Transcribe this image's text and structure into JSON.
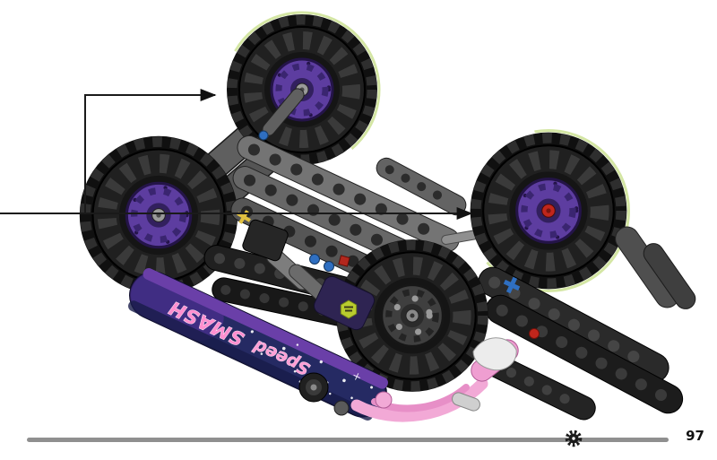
{
  "illustration": {
    "alt": "Upside-down LEGO Technic stunt truck with four knobby off-road wheels being attached",
    "decal": {
      "script_word": "Speed",
      "block_word": "SMASH"
    },
    "colors": {
      "tire": "#101010",
      "tire_body": "#202020",
      "tread_block": "#3a3a3a",
      "rim_purple": "#5d3da0",
      "rim_inner": "#32205e",
      "hub_pin": "#9a9a9a",
      "hub_red": "#c0261c",
      "lime_edge": "#d4e6a4",
      "beam_gray": "#6e6e6e",
      "beam_black": "#202020",
      "wing_blue": "#252a63",
      "wing_purple": "#6a3fa8",
      "pink": "#f2a9d6",
      "blue_pin": "#2f6fc1",
      "red_part": "#c0261c",
      "sticker_green": "#b9cc2e"
    },
    "callouts": [
      {
        "target": "top-wheel-hub"
      },
      {
        "target": "rear-axle-hub"
      }
    ]
  },
  "footer": {
    "page_number": "97",
    "progress_color": "#8f8f8f"
  }
}
